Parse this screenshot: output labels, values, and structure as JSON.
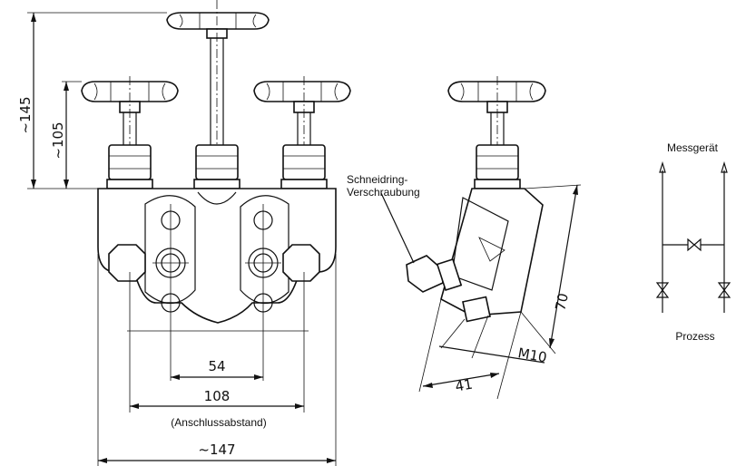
{
  "dimensions": {
    "height_overall": "~145",
    "height_valves": "~105",
    "spacing_inner": "54",
    "spacing_connections": "108",
    "spacing_note": "(Anschlussabstand)",
    "width_overall": "~147",
    "side_height": "70",
    "side_width": "41",
    "thread": "M10"
  },
  "labels": {
    "fitting_line1": "Schneidring-",
    "fitting_line2": "Verschraubung",
    "top": "Messgerät",
    "bottom": "Prozess"
  }
}
